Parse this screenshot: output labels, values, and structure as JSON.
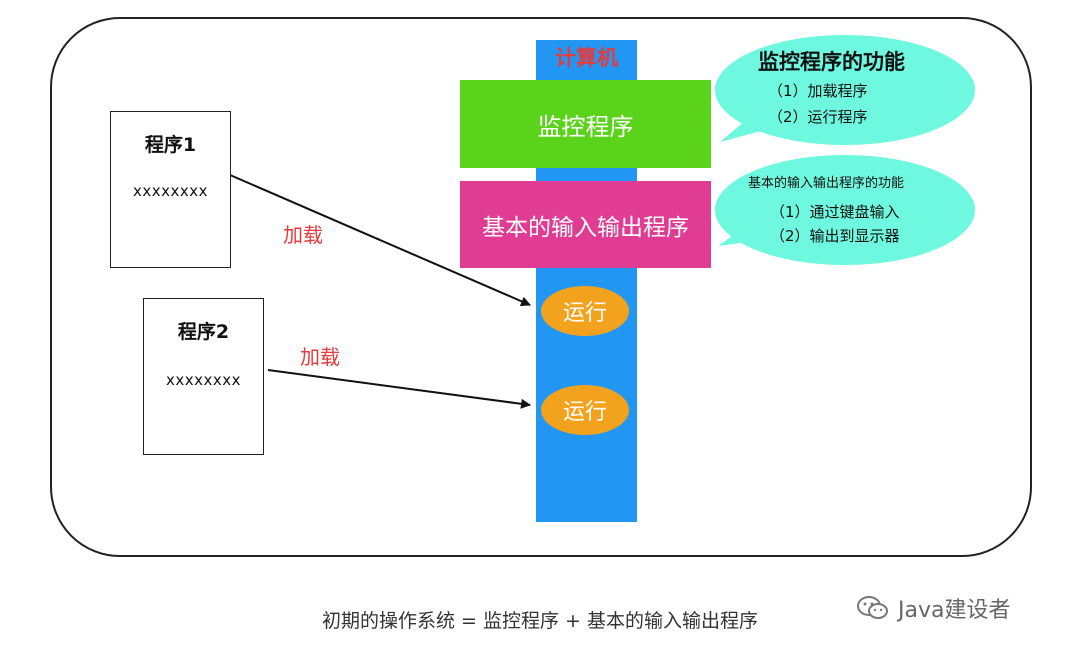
{
  "computer_label": "计算机",
  "monitor_program_label": "监控程序",
  "io_program_label": "基本的输入输出程序",
  "run_labels": [
    "运行",
    "运行"
  ],
  "programs": [
    {
      "title": "程序1",
      "code": "xxxxxxxx",
      "load_label": "加载"
    },
    {
      "title": "程序2",
      "code": "xxxxxxxx",
      "load_label": "加载"
    }
  ],
  "monitor_functions": {
    "title": "监控程序的功能",
    "items": [
      "（1）加载程序",
      "（2）运行程序"
    ]
  },
  "io_functions": {
    "title": "基本的输入输出程序的功能",
    "items": [
      "（1）通过键盘输入",
      "（2）输出到显示器"
    ]
  },
  "caption": "初期的操作系统 = 监控程序 + 基本的输入输出程序",
  "watermark": "Java建设者",
  "colors": {
    "column": "#2196f3",
    "monitor": "#5ad31b",
    "io": "#e13c93",
    "run": "#f3a21d",
    "bubble": "#6ff8e0",
    "accent_red": "#e63b3b"
  }
}
